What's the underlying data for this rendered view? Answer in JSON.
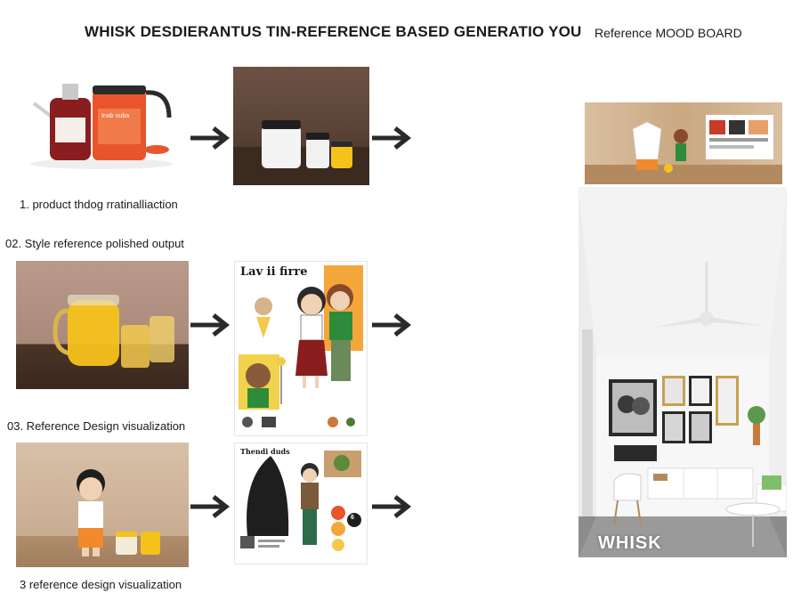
{
  "header": {
    "title": "WHISK DESDIERANTUS TIN-REFERENCE BASED GENERATIO YOU",
    "subtitle": "Reference MOOD BOARD"
  },
  "rows": [
    {
      "caption": "1. product thdog rratinalliaction"
    },
    {
      "caption": "02. Style reference polished output"
    },
    {
      "caption": "03. Reference Design visualization"
    },
    {
      "caption": "3 reference design visualization"
    }
  ],
  "product_label": "Inab ouba",
  "sheet_a_title": "Lav ii firre",
  "sheet_b_title": "Thendi duds",
  "sheet_b_badge": "6",
  "brand": "WHISK",
  "colors": {
    "accent_orange": "#e8552a",
    "accent_yellow": "#f5c21b",
    "wood": "#5a4336"
  }
}
